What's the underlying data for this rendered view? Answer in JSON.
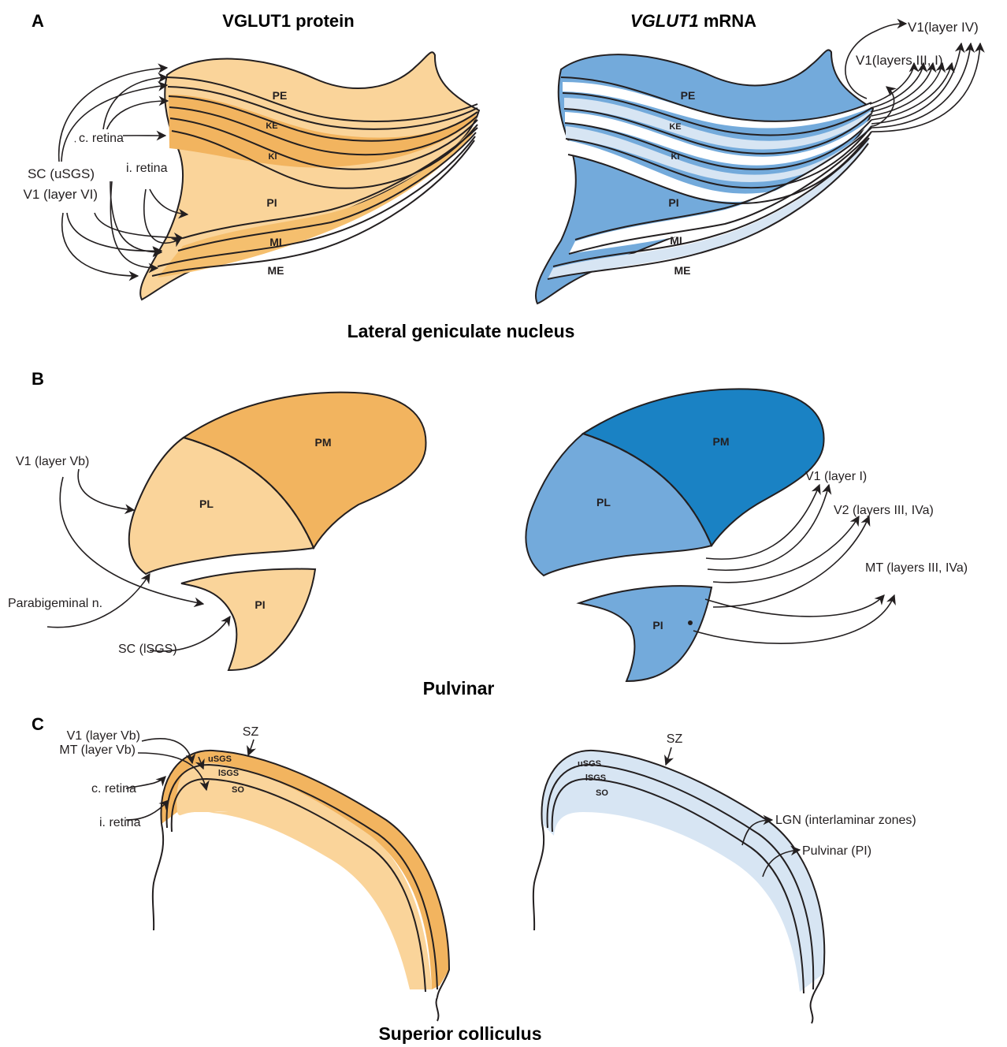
{
  "panel_a": {
    "letter": "A",
    "title_left": "VGLUT1 protein",
    "title_right_italic": "VGLUT1",
    "title_right_rest": " mRNA",
    "caption": "Lateral geniculate nucleus",
    "layers": {
      "pe": "PE",
      "ke": "KE",
      "ki": "KI",
      "pi": "PI",
      "mi": "MI",
      "me": "ME"
    },
    "inputs": {
      "sc_usgs": "SC (uSGS)",
      "v1_layer_vi": "V1 (layer VI)",
      "c_retina": "c. retina",
      "i_retina": "i. retina"
    },
    "outputs": {
      "v1_layer_iv": "V1(layer IV)",
      "v1_layers_iii_i": "V1(layers III, I)"
    }
  },
  "panel_b": {
    "letter": "B",
    "caption": "Pulvinar",
    "regions": {
      "pm": "PM",
      "pl": "PL",
      "pi": "PI"
    },
    "inputs": {
      "v1_layer_vb": "V1 (layer Vb)",
      "parabigeminal": "Parabigeminal n.",
      "sc_lsgs": "SC (lSGS)"
    },
    "outputs": {
      "v1_layer_i": "V1 (layer I)",
      "v2": "V2 (layers III, IVa)",
      "mt": "MT (layers III, IVa)"
    }
  },
  "panel_c": {
    "letter": "C",
    "caption": "Superior colliculus",
    "layers": {
      "sz": "SZ",
      "usgs": "uSGS",
      "lsgs": "lSGS",
      "so": "SO"
    },
    "inputs": {
      "v1_layer_vb": "V1 (layer Vb)",
      "mt_layer_vb": "MT (layer Vb)",
      "c_retina": "c. retina",
      "i_retina": "i. retina"
    },
    "outputs": {
      "lgn": "LGN (interlaminar zones)",
      "pulvinar": "Pulvinar (PI)"
    }
  },
  "colors": {
    "protein_light": "#fad49a",
    "protein_mid": "#f5bf6e",
    "protein_dark": "#f2b45f",
    "mrna_light": "#d7e5f3",
    "mrna_mid": "#73aadb",
    "mrna_dark": "#1a82c4",
    "outline": "#231f20"
  }
}
